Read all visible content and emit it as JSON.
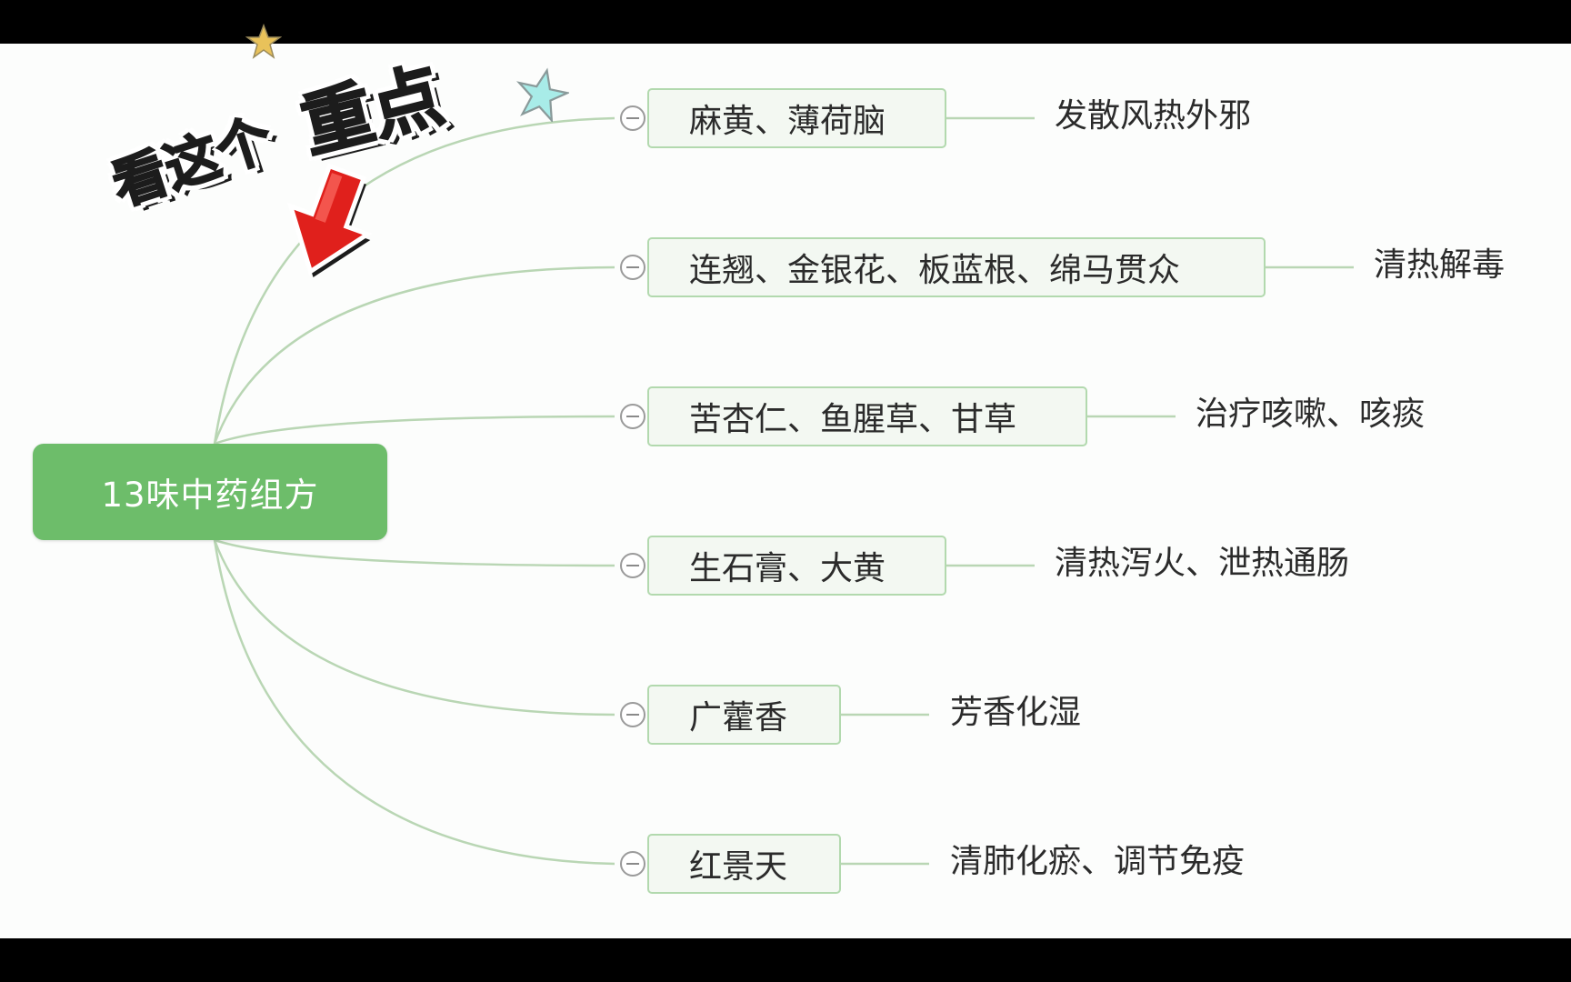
{
  "root": {
    "label": "13味中药组方"
  },
  "branches": [
    {
      "herbs": "麻黄、薄荷脑",
      "effect": "发散风热外邪"
    },
    {
      "herbs": "连翘、金银花、板蓝根、绵马贯众",
      "effect": "清热解毒"
    },
    {
      "herbs": "苦杏仁、鱼腥草、甘草",
      "effect": "治疗咳嗽、咳痰"
    },
    {
      "herbs": "生石膏、大黄",
      "effect": "清热泻火、泄热通肠"
    },
    {
      "herbs": "广藿香",
      "effect": "芳香化湿"
    },
    {
      "herbs": "红景天",
      "effect": "清肺化瘀、调节免疫"
    }
  ],
  "sticker": {
    "text_main": "看这个",
    "text_emph": "重点",
    "icons": [
      "star-icon",
      "arrow-down-icon"
    ]
  },
  "colors": {
    "root_fill": "#6dbd6a",
    "node_border": "#b2d9ae",
    "node_fill": "#f3f8f2",
    "connector": "#b9d6b4",
    "arrow_red": "#e0201c",
    "star_gold": "#e9c25a",
    "star_cyan": "#a8ece8"
  }
}
